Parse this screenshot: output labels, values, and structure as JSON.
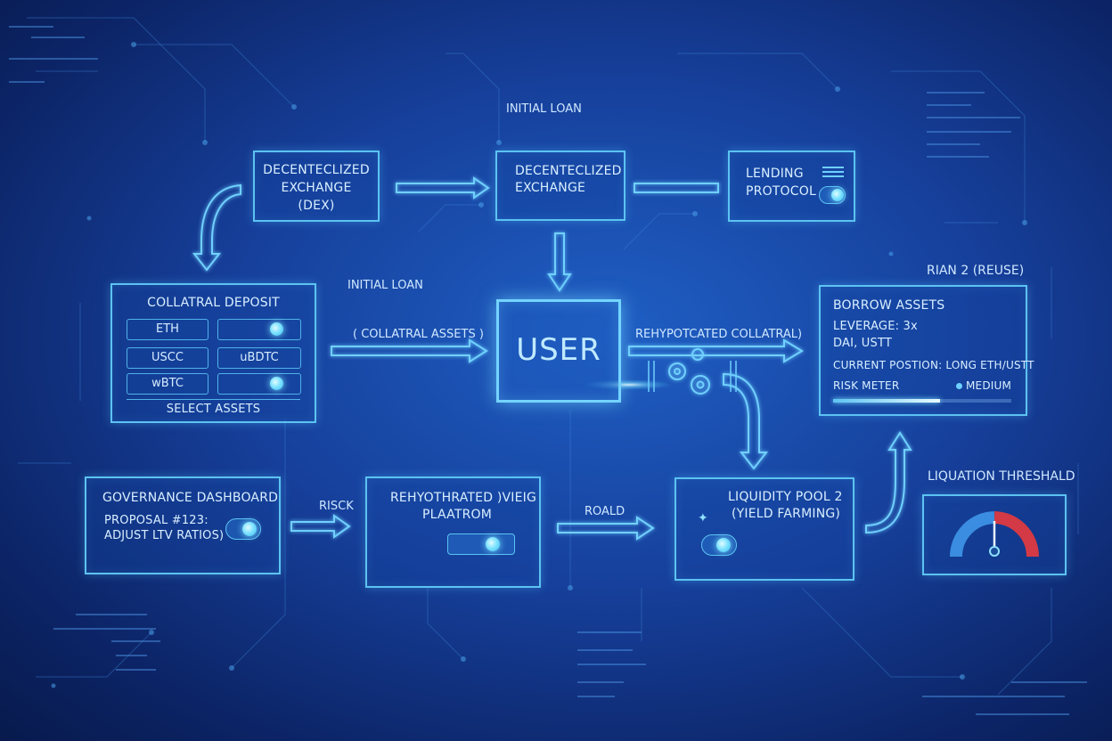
{
  "top": {
    "initial_loan": "INITIAL LOAN",
    "dex1": {
      "line1": "DECENTECLIZED",
      "line2": "EXCHANGE",
      "line3": "(DEX)"
    },
    "dex2": {
      "line1": "DECENTECLIZED",
      "line2": "EXCHANGE"
    },
    "lending": {
      "line1": "LENDING",
      "line2": "PROTOCOL"
    }
  },
  "collateral": {
    "title": "COLLATRAL DEPOSIT",
    "assets": [
      "ETH",
      "USCC",
      "wBTC"
    ],
    "right_items": [
      "",
      "uBDTC",
      ""
    ],
    "footer": "SELECT ASSETS"
  },
  "middle": {
    "initial_loan": "INITIAL LOAN",
    "collateral_assets": "( COLLATRAL ASSETS )",
    "user": "USER",
    "rehyp_collateral": "REHYPOTCATED COLLATRAL)",
    "rian": "RIAN 2 (REUSE)"
  },
  "borrow": {
    "title": "BORROW ASSETS",
    "leverage": "LEVERAGE: 3x",
    "pair": "DAI, USTT",
    "position": "CURRENT POSTION: LONG ETH/USTT",
    "risk_label": "RISK METER",
    "risk_level": "MEDIUM",
    "risk_fraction": 0.6
  },
  "governance": {
    "title": "GOVERNANCE DASHBOARD",
    "line1": "PROPOSAL #123:",
    "line2": "ADJUST LTV RATIOS)"
  },
  "rehyp_platform": {
    "line1": "REHYOTHRATED )VIEIG",
    "line2": "PLAATROM"
  },
  "liquidity": {
    "line1": "LIQUIDITY POOL 2",
    "line2": "(YIELD FARMING)"
  },
  "arrows": {
    "risck": "RISCK",
    "roald": "ROALD"
  },
  "liquidation": {
    "title": "LIQUATION THRESHALD"
  },
  "colors": {
    "accent": "#5cc3f2",
    "gauge_blue": "#3a8de0",
    "gauge_red": "#d33a45"
  }
}
